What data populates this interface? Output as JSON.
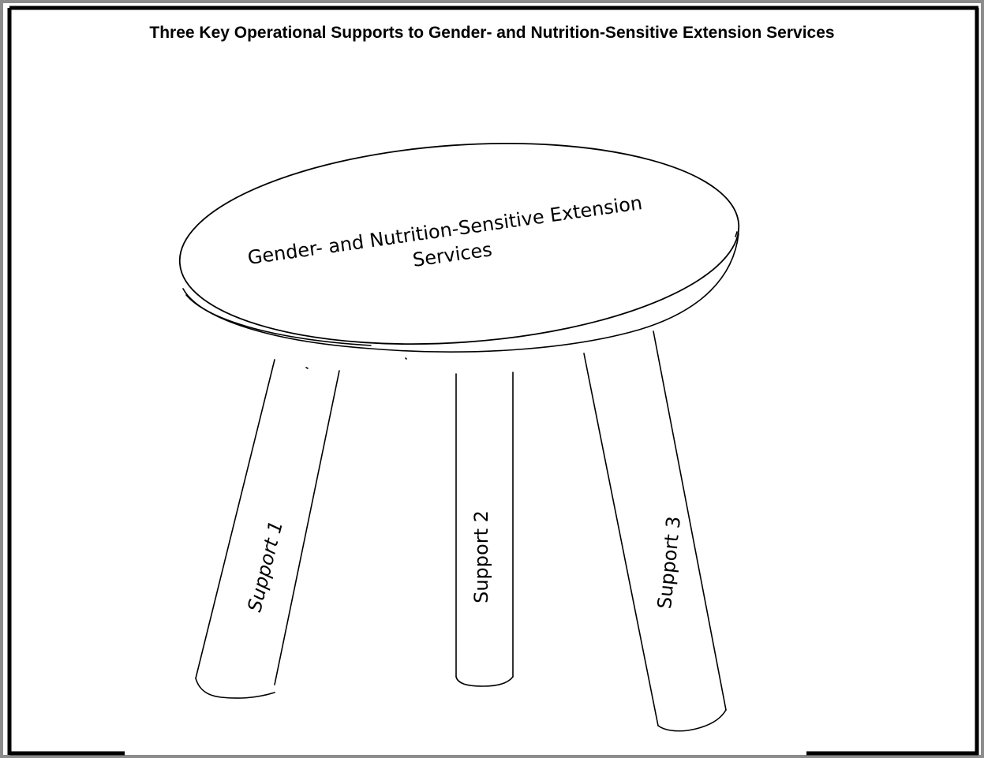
{
  "title": "Three Key Operational Supports to Gender- and Nutrition-Sensitive Extension Services",
  "seat": {
    "line1": "Gender- and Nutrition-Sensitive Extension",
    "line2": "Services"
  },
  "legs": [
    {
      "label": "Support 1"
    },
    {
      "label": "Support 2"
    },
    {
      "label": "Support 3"
    }
  ]
}
